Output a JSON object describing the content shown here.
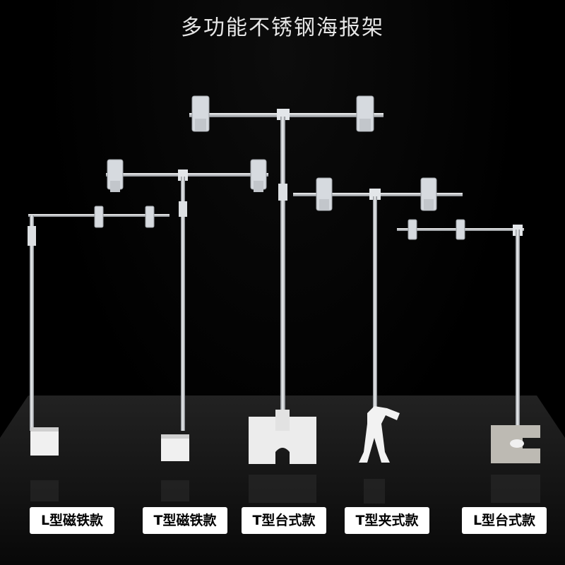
{
  "title": "多功能不锈钢海报架",
  "labels": [
    "L型磁铁款",
    "T型磁铁款",
    "T型台式款",
    "T型夹式款",
    "L型台式款"
  ],
  "colors": {
    "background": "#000000",
    "floor": "#1a1a1a",
    "title": "#e6e6e6",
    "label_bg": "#ffffff",
    "label_text": "#000000",
    "metal": "#c9cdd2"
  }
}
